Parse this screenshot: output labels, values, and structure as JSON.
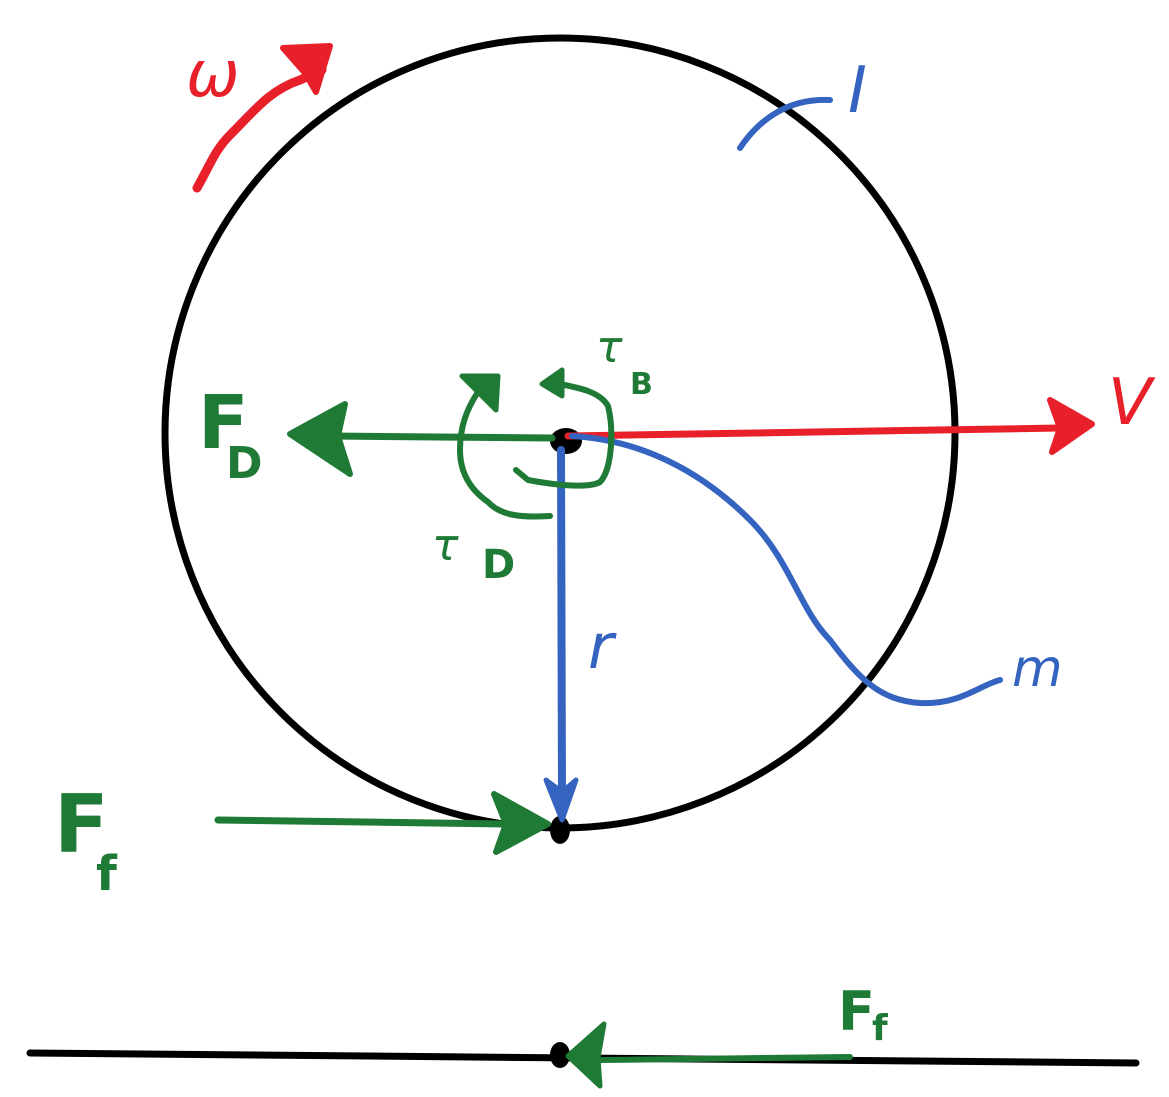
{
  "labels": {
    "omega": "ω",
    "inertia": "I",
    "velocity": "V",
    "mass": "m",
    "radius": "r",
    "drag_force_main": "F",
    "drag_force_sub": "D",
    "friction_force_main": "F",
    "friction_force_sub": "f",
    "ground_friction_main": "F",
    "ground_friction_sub": "f",
    "brake_torque_main": "τ",
    "brake_torque_sub": "B",
    "drag_torque_main": "τ",
    "drag_torque_sub": "D"
  },
  "colors": {
    "outline": "#000000",
    "force": "#1f7a35",
    "kinematic": "#e8202a",
    "property": "#3564c0"
  }
}
